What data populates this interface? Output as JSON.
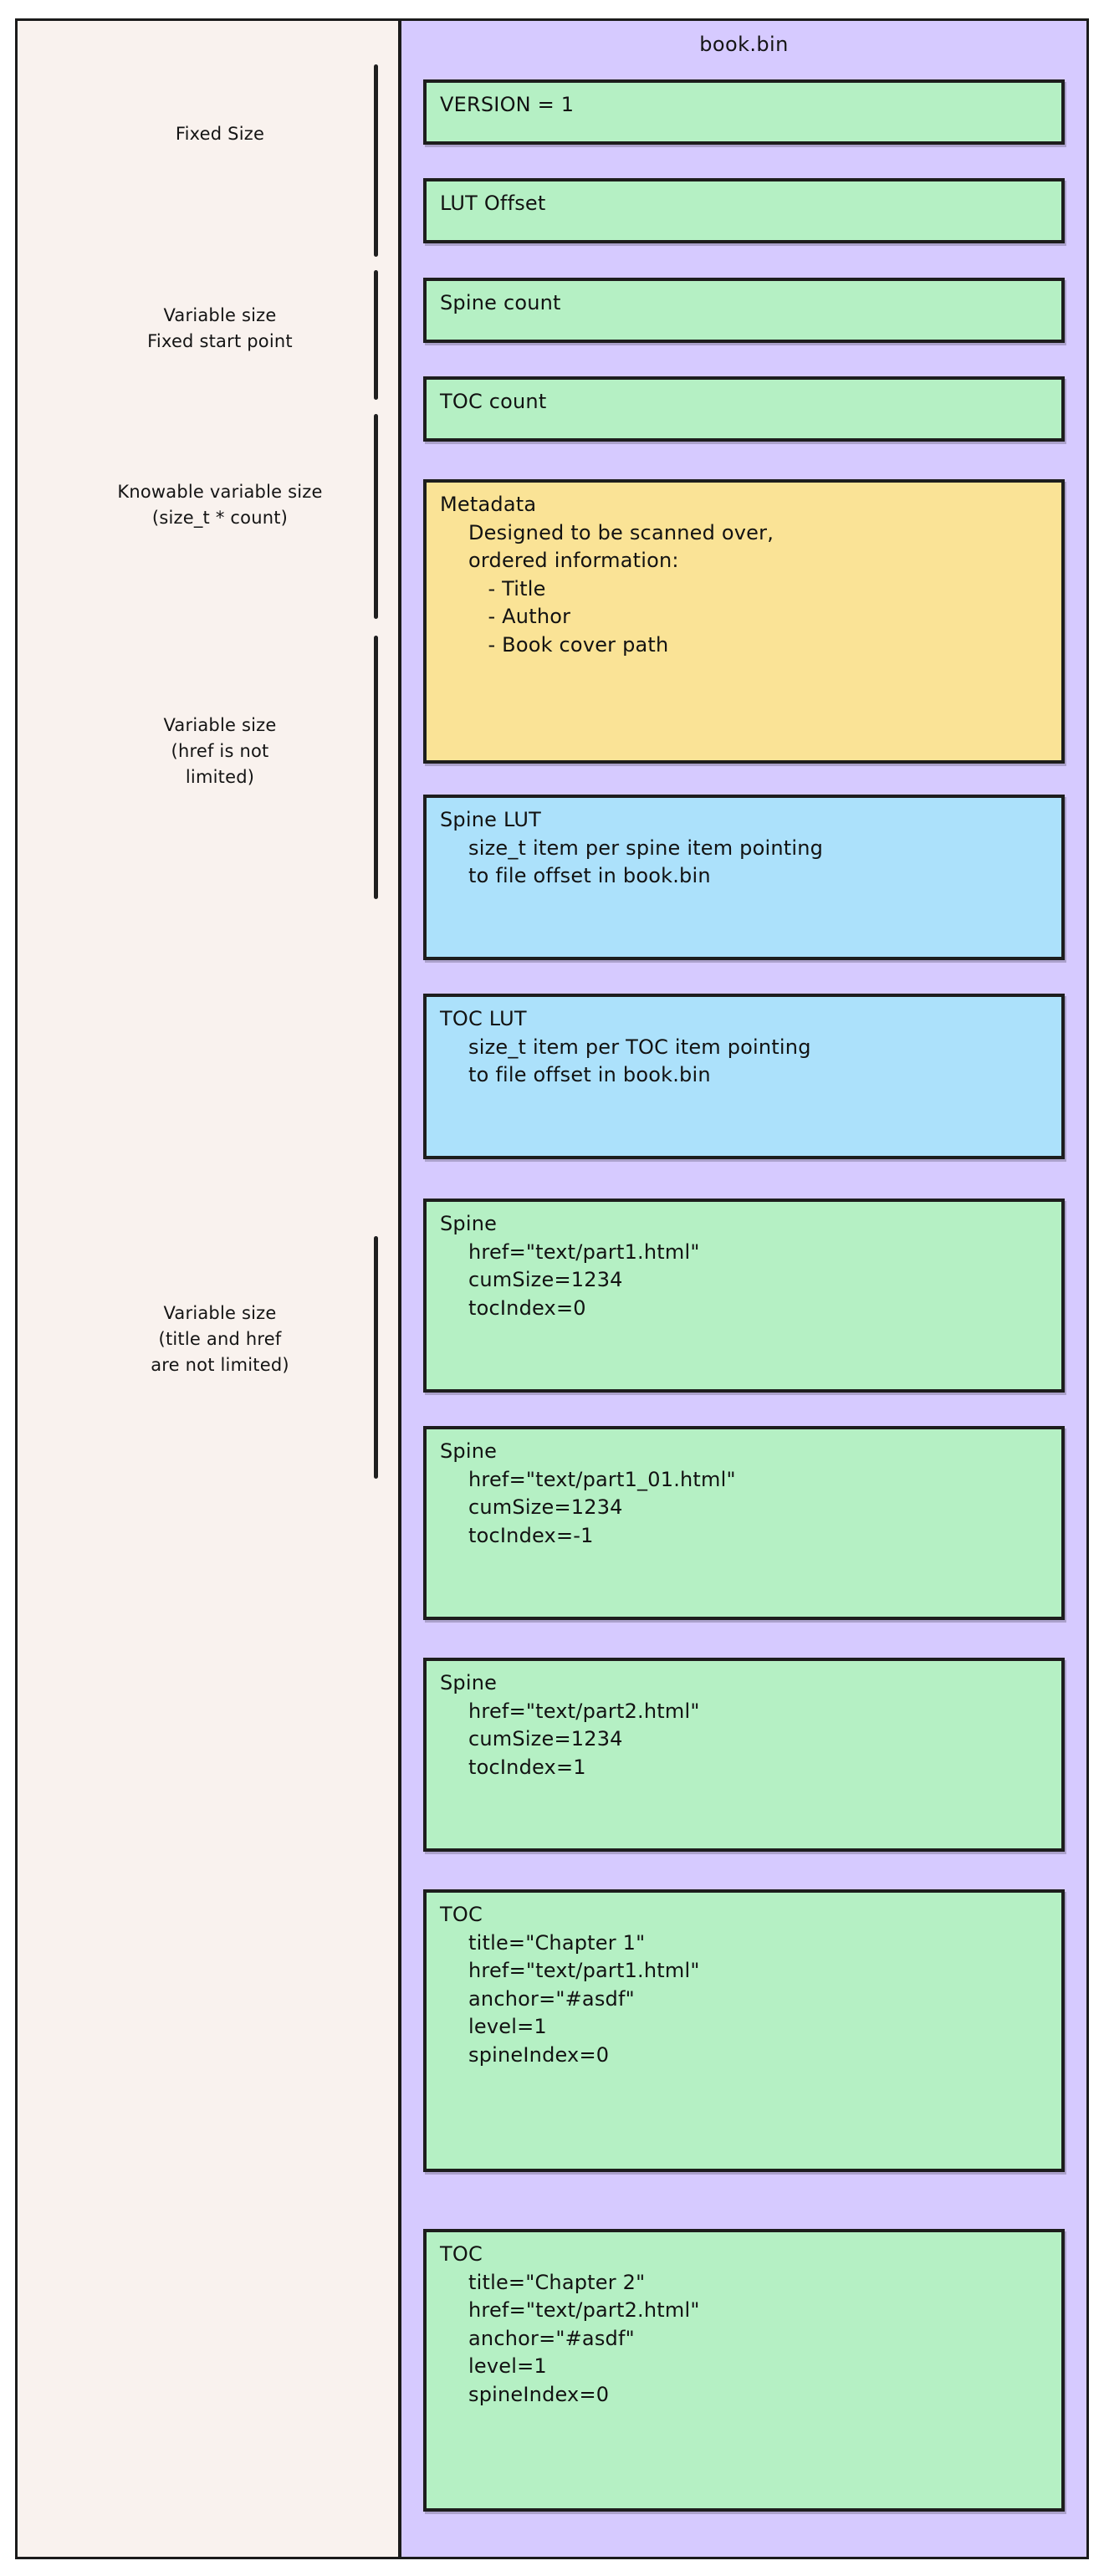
{
  "file": {
    "title": "book.bin"
  },
  "colors": {
    "page_background": "#ffffff",
    "left_panel": "#f9f2ee",
    "file_panel": "#d6caff",
    "green_block": "#b5f0c4",
    "yellow_block": "#fae396",
    "blue_block": "#ace1fb",
    "stroke": "#1b1b1b",
    "text": "#141414"
  },
  "notes": [
    {
      "id": "fixed-size",
      "text": "Fixed Size"
    },
    {
      "id": "variable-fixed",
      "text": "Variable size\nFixed start point"
    },
    {
      "id": "knowable-variable",
      "text": "Knowable variable size\n(size_t * count)"
    },
    {
      "id": "variable-href",
      "text": "Variable size\n(href is not\nlimited)"
    },
    {
      "id": "variable-title-href",
      "text": "Variable size\n(title and href\nare not limited)"
    }
  ],
  "blocks": [
    {
      "id": "version",
      "color": "green",
      "lines": [
        {
          "text": "VERSION = 1",
          "indent": false
        }
      ]
    },
    {
      "id": "lut-offset",
      "color": "green",
      "lines": [
        {
          "text": "LUT Offset",
          "indent": false
        }
      ]
    },
    {
      "id": "spine-count",
      "color": "green",
      "lines": [
        {
          "text": "Spine count",
          "indent": false
        }
      ]
    },
    {
      "id": "toc-count",
      "color": "green",
      "lines": [
        {
          "text": "TOC count",
          "indent": false
        }
      ]
    },
    {
      "id": "metadata",
      "color": "yellow",
      "lines": [
        {
          "text": "Metadata",
          "indent": false
        },
        {
          "text": "Designed to be scanned over,",
          "indent": true
        },
        {
          "text": "ordered information:",
          "indent": true
        },
        {
          "text": "   - Title",
          "indent": true
        },
        {
          "text": "   - Author",
          "indent": true
        },
        {
          "text": "   - Book cover path",
          "indent": true
        }
      ]
    },
    {
      "id": "spine-lut",
      "color": "blue",
      "lines": [
        {
          "text": "Spine LUT",
          "indent": false
        },
        {
          "text": "size_t item per spine item pointing",
          "indent": true
        },
        {
          "text": "to file offset in book.bin",
          "indent": true
        }
      ]
    },
    {
      "id": "toc-lut",
      "color": "blue",
      "lines": [
        {
          "text": "TOC LUT",
          "indent": false
        },
        {
          "text": "size_t item per TOC item pointing",
          "indent": true
        },
        {
          "text": "to file offset in book.bin",
          "indent": true
        }
      ]
    },
    {
      "id": "spine-1",
      "color": "green",
      "lines": [
        {
          "text": "Spine",
          "indent": false
        },
        {
          "text": "href=\"text/part1.html\"",
          "indent": true
        },
        {
          "text": "cumSize=1234",
          "indent": true
        },
        {
          "text": "tocIndex=0",
          "indent": true
        }
      ]
    },
    {
      "id": "spine-2",
      "color": "green",
      "lines": [
        {
          "text": "Spine",
          "indent": false
        },
        {
          "text": "href=\"text/part1_01.html\"",
          "indent": true
        },
        {
          "text": "cumSize=1234",
          "indent": true
        },
        {
          "text": "tocIndex=-1",
          "indent": true
        }
      ]
    },
    {
      "id": "spine-3",
      "color": "green",
      "lines": [
        {
          "text": "Spine",
          "indent": false
        },
        {
          "text": "href=\"text/part2.html\"",
          "indent": true
        },
        {
          "text": "cumSize=1234",
          "indent": true
        },
        {
          "text": "tocIndex=1",
          "indent": true
        }
      ]
    },
    {
      "id": "toc-1",
      "color": "green",
      "lines": [
        {
          "text": "TOC",
          "indent": false
        },
        {
          "text": "title=\"Chapter 1\"",
          "indent": true
        },
        {
          "text": "href=\"text/part1.html\"",
          "indent": true
        },
        {
          "text": "anchor=\"#asdf\"",
          "indent": true
        },
        {
          "text": "level=1",
          "indent": true
        },
        {
          "text": "spineIndex=0",
          "indent": true
        }
      ]
    },
    {
      "id": "toc-2",
      "color": "green",
      "lines": [
        {
          "text": "TOC",
          "indent": false
        },
        {
          "text": "title=\"Chapter 2\"",
          "indent": true
        },
        {
          "text": "href=\"text/part2.html\"",
          "indent": true
        },
        {
          "text": "anchor=\"#asdf\"",
          "indent": true
        },
        {
          "text": "level=1",
          "indent": true
        },
        {
          "text": "spineIndex=0",
          "indent": true
        }
      ]
    }
  ]
}
